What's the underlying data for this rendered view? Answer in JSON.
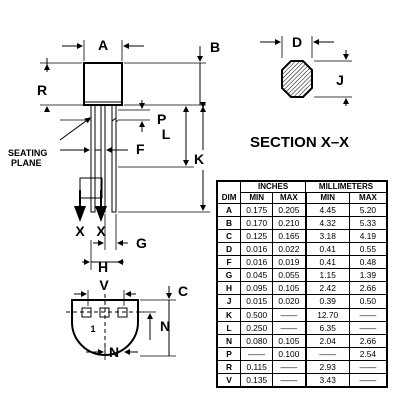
{
  "drawing": {
    "labels": {
      "A": "A",
      "B": "B",
      "R": "R",
      "P": "P",
      "L": "L",
      "F": "F",
      "K": "K",
      "X1": "X",
      "X2": "X",
      "G": "G",
      "H": "H",
      "V": "V",
      "C": "C",
      "N1": "N",
      "N2": "N",
      "D": "D",
      "J": "J",
      "pin1": "1"
    },
    "seating_plane": [
      "SEATING",
      "PLANE"
    ],
    "section_title": "SECTION X–X"
  },
  "table": {
    "header": {
      "dim": "DIM",
      "inches": "INCHES",
      "millimeters": "MILLIMETERS",
      "min": "MIN",
      "max": "MAX"
    },
    "rows": [
      {
        "dim": "A",
        "in_min": "0.175",
        "in_max": "0.205",
        "mm_min": "4.45",
        "mm_max": "5.20"
      },
      {
        "dim": "B",
        "in_min": "0.170",
        "in_max": "0.210",
        "mm_min": "4.32",
        "mm_max": "5.33"
      },
      {
        "dim": "C",
        "in_min": "0.125",
        "in_max": "0.165",
        "mm_min": "3.18",
        "mm_max": "4.19"
      },
      {
        "dim": "D",
        "in_min": "0.016",
        "in_max": "0.022",
        "mm_min": "0.41",
        "mm_max": "0.55"
      },
      {
        "dim": "F",
        "in_min": "0.016",
        "in_max": "0.019",
        "mm_min": "0.41",
        "mm_max": "0.48"
      },
      {
        "dim": "G",
        "in_min": "0.045",
        "in_max": "0.055",
        "mm_min": "1.15",
        "mm_max": "1.39"
      },
      {
        "dim": "H",
        "in_min": "0.095",
        "in_max": "0.105",
        "mm_min": "2.42",
        "mm_max": "2.66"
      },
      {
        "dim": "J",
        "in_min": "0.015",
        "in_max": "0.020",
        "mm_min": "0.39",
        "mm_max": "0.50"
      },
      {
        "dim": "K",
        "in_min": "0.500",
        "in_max": "——",
        "mm_min": "12.70",
        "mm_max": "——"
      },
      {
        "dim": "L",
        "in_min": "0.250",
        "in_max": "——",
        "mm_min": "6.35",
        "mm_max": "——"
      },
      {
        "dim": "N",
        "in_min": "0.080",
        "in_max": "0.105",
        "mm_min": "2.04",
        "mm_max": "2.66"
      },
      {
        "dim": "P",
        "in_min": "——",
        "in_max": "0.100",
        "mm_min": "——",
        "mm_max": "2.54"
      },
      {
        "dim": "R",
        "in_min": "0.115",
        "in_max": "——",
        "mm_min": "2.93",
        "mm_max": "——"
      },
      {
        "dim": "V",
        "in_min": "0.135",
        "in_max": "——",
        "mm_min": "3.43",
        "mm_max": "——"
      }
    ]
  }
}
